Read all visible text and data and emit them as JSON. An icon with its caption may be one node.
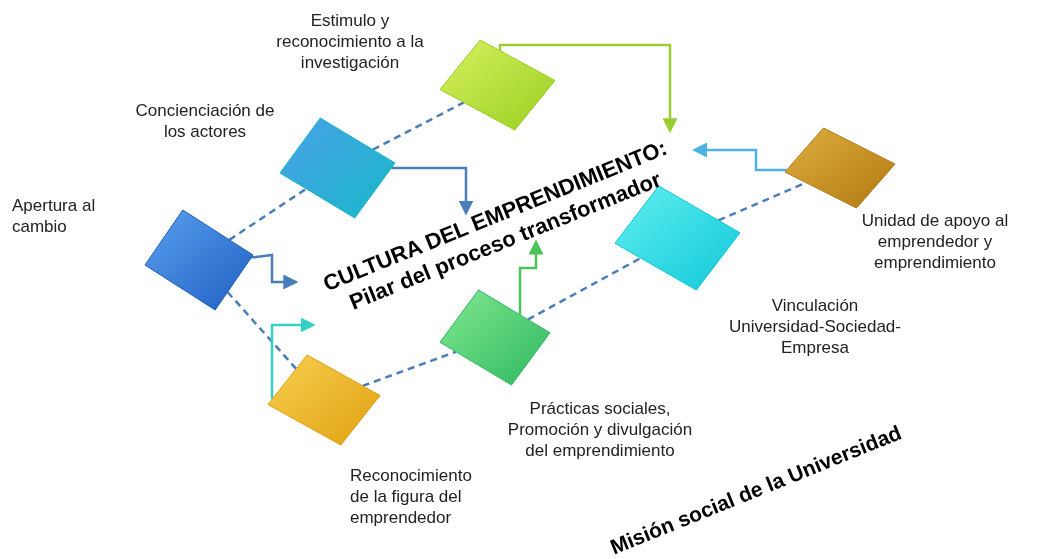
{
  "diagram": {
    "nodes": [
      {
        "text": [],
        "shape": "diamond",
        "beside": [
          "Apertura al cambio"
        ]
      },
      {
        "text": [],
        "shape": "diamond",
        "beside": [
          "Concienciación de los actores"
        ]
      },
      {
        "text": [],
        "shape": "diamond",
        "beside": [
          "Estimulo y reconocimiento a la investigación"
        ]
      },
      {
        "text": [],
        "shape": "diamond",
        "beside": [
          "Unidad de apoyo al emprendedor y emprendimiento"
        ]
      },
      {
        "text": [],
        "shape": "diamond",
        "beside": [
          "Vinculación Universidad-Sociedad-Empresa"
        ]
      },
      {
        "text": [],
        "shape": "diamond",
        "beside": [
          "Prácticas sociales, Promoción y divulgación del emprendimiento"
        ]
      },
      {
        "text": [],
        "shape": "diamond",
        "beside": [
          "Reconocimiento de la figura del emprendedor"
        ]
      },
      {
        "text": [
          "CULTURA DEL EMPRENDIMIENTO:",
          "Pilar del proceso transformador"
        ]
      }
    ],
    "edges": [
      {
        "from": 0,
        "to": 1,
        "arrow": "none",
        "style": "dashed"
      },
      {
        "from": 1,
        "to": 2,
        "arrow": "none",
        "style": "dashed"
      },
      {
        "from": 0,
        "to": 6,
        "arrow": "none",
        "style": "dashed"
      },
      {
        "from": 6,
        "to": 5,
        "arrow": "none",
        "style": "dashed"
      },
      {
        "from": 5,
        "to": 4,
        "arrow": "none",
        "style": "dashed"
      },
      {
        "from": 4,
        "to": 3,
        "arrow": "none",
        "style": "dashed"
      },
      {
        "from": 0,
        "to": 7,
        "arrow": "to"
      },
      {
        "from": 1,
        "to": 7,
        "arrow": "to"
      },
      {
        "from": 2,
        "to": 7,
        "arrow": "to",
        "color": "#9acd32"
      },
      {
        "from": 3,
        "to": 7,
        "arrow": "to",
        "color": "#4db3e6"
      },
      {
        "from": 5,
        "to": 7,
        "arrow": "to",
        "color": "#4cc35a"
      },
      {
        "from": 6,
        "to": 7,
        "arrow": "to",
        "color": "#33d1c4"
      }
    ],
    "labels": [
      "Misión social de la Universidad"
    ]
  }
}
